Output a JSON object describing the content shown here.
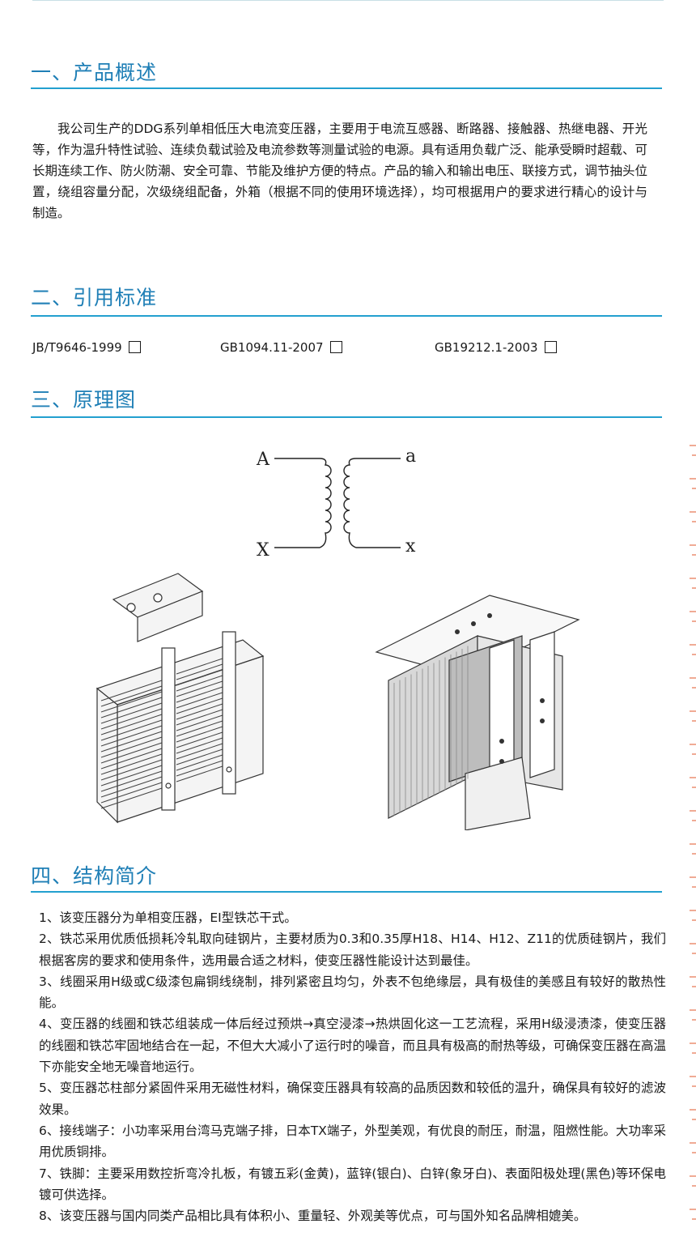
{
  "sections": {
    "overview": {
      "title": "一、产品概述",
      "body": "我公司生产的DDG系列单相低压大电流变压器，主要用于电流互感器、断路器、接触器、热继电器、开光等，作为温升特性试验、连续负载试验及电流参数等测量试验的电源。具有适用负载广泛、能承受瞬时超载、可长期连续工作、防火防潮、安全可靠、节能及维护方便的特点。产品的输入和输出电压、联接方式，调节抽头位置，绕组容量分配，次级绕组配备，外箱（根据不同的使用环境选择），均可根据用户的要求进行精心的设计与制造。"
    },
    "standards": {
      "title": "二、引用标准",
      "items": [
        "JB/T9646-1999",
        "GB1094.11-2007",
        "GB19212.1-2003"
      ]
    },
    "diagram": {
      "title": "三、原理图",
      "labels": {
        "primary_top": "A",
        "primary_bottom": "X",
        "secondary_top": "a",
        "secondary_bottom": "x"
      }
    },
    "structure": {
      "title": "四、结构简介",
      "items": [
        "1、该变压器分为单相变压器，EI型铁芯干式。",
        "2、铁芯采用优质低损耗冷轧取向硅钢片，主要材质为0.3和0.35厚H18、H14、H12、Z11的优质硅钢片，我们根据客房的要求和使用条件，选用最合适之材料，使变压器性能设计达到最佳。",
        "3、线圈采用H级或C级漆包扁铜线绕制，排列紧密且均匀，外表不包绝缘层，具有极佳的美感且有较好的散热性能。",
        "4、变压器的线圈和铁芯组装成一体后经过预烘→真空浸漆→热烘固化这一工艺流程，采用H级浸渍漆，使变压器的线圈和铁芯牢固地结合在一起，不但大大减小了运行时的噪音，而且具有极高的耐热等级，可确保变压器在高温下亦能安全地无噪音地运行。",
        "5、变压器芯柱部分紧固件采用无磁性材料，确保变压器具有较高的品质因数和较低的温升，确保具有较好的滤波效果。",
        "6、接线端子：小功率采用台湾马克端子排，日本TX端子，外型美观，有优良的耐压，耐温，阻燃性能。大功率采用优质铜排。",
        "7、铁脚：主要采用数控折弯冷扎板，有镀五彩(金黄)，蓝锌(银白)、白锌(象牙白)、表面阳极处理(黑色)等环保电镀可供选择。",
        "8、该变压器与国内同类产品相比具有体积小、重量轻、外观美等优点，可与国外知名品牌相媲美。"
      ]
    }
  },
  "colors": {
    "heading": "#1f7fb6",
    "rule": "#23a0cf",
    "text": "#1a1a1a"
  }
}
